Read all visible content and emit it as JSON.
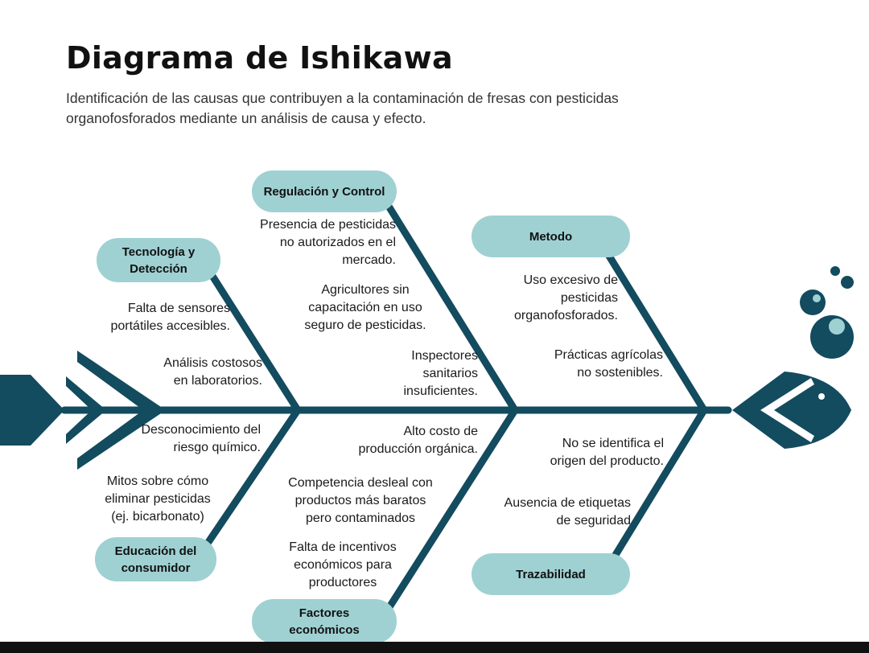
{
  "header": {
    "title": "Diagrama de Ishikawa",
    "subtitle": "Identificación de las causas que contribuyen a la contaminación de fresas con pesticidas organofosforados mediante un análisis de causa y efecto."
  },
  "colors": {
    "spine": "#134b5f",
    "pill": "#9fd1d3",
    "text": "#1a1a1a"
  },
  "categories": {
    "regulacion": "Regulación y Control",
    "tecnologia": "Tecnología y\nDetección",
    "metodo": "Metodo",
    "educacion": "Educación del\nconsumidor",
    "factores": "Factores\neconómicos",
    "trazabilidad": "Trazabilidad"
  },
  "causes": {
    "tecnologia": [
      "Falta de sensores\nportátiles accesibles.",
      "Análisis costosos\nen laboratorios."
    ],
    "regulacion": [
      "Presencia de pesticidas\nno autorizados  en el\nmercado.",
      "Agricultores sin\ncapacitación en uso\nseguro de pesticidas.",
      "Inspectores\nsanitarios\ninsuficientes."
    ],
    "metodo": [
      "Uso excesivo  de\npesticidas\norganofosforados.",
      "Prácticas agrícolas\nno sostenibles."
    ],
    "educacion": [
      "Desconocimiento del\nriesgo químico.",
      "Mitos sobre cómo\neliminar pesticidas\n(ej. bicarbonato)"
    ],
    "factores": [
      "Alto costo de\nproducción orgánica.",
      "Competencia desleal con\nproductos más baratos\npero contaminados",
      "Falta de incentivos\neconómicos para\nproductores"
    ],
    "trazabilidad": [
      "No se identifica el\norigen del producto.",
      "Ausencia de etiquetas\nde seguridad"
    ]
  }
}
